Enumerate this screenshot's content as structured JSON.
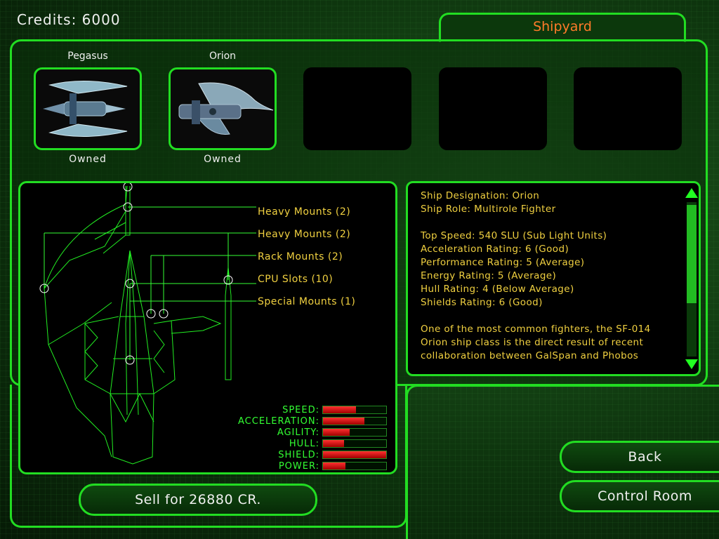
{
  "header": {
    "credits": "Credits: 6000",
    "tab_title": "Shipyard"
  },
  "ships": [
    {
      "name": "Pegasus",
      "status": "Owned"
    },
    {
      "name": "Orion",
      "status": "Owned"
    },
    {
      "name": "",
      "status": ""
    },
    {
      "name": "",
      "status": ""
    },
    {
      "name": "",
      "status": ""
    }
  ],
  "mounts": [
    "Heavy Mounts (2)",
    "Heavy Mounts (2)",
    "Rack Mounts (2)",
    "CPU Slots (10)",
    "Special Mounts (1)"
  ],
  "stats": [
    {
      "label": "SPEED:",
      "value": 0.52
    },
    {
      "label": "ACCELERATION:",
      "value": 0.66
    },
    {
      "label": "AGILITY:",
      "value": 0.42
    },
    {
      "label": "HULL:",
      "value": 0.33
    },
    {
      "label": "SHIELD:",
      "value": 1.0
    },
    {
      "label": "POWER:",
      "value": 0.35
    }
  ],
  "info_lines": [
    "Ship Designation: Orion",
    "Ship Role: Multirole Fighter",
    "",
    "Top Speed: 540 SLU (Sub Light Units)",
    "Acceleration Rating: 6 (Good)",
    "Performance Rating: 5 (Average)",
    "Energy Rating: 5 (Average)",
    "Hull Rating: 4 (Below Average)",
    "Shields Rating: 6 (Good)",
    "",
    "One of the most common fighters, the SF-014",
    "Orion ship class is the direct result of recent",
    "collaboration between GalSpan and Phobos"
  ],
  "buttons": {
    "sell": "Sell for 26880 CR.",
    "back": "Back",
    "control_room": "Control Room"
  },
  "icons": {
    "scroll_up": "arrow-up-icon",
    "scroll_down": "arrow-down-icon"
  },
  "colors": {
    "accent": "#22dd22",
    "tab_text": "#ff7a2a",
    "info_text": "#f0d040",
    "stat_text": "#33ff33",
    "bar_fill": "#ff3030"
  }
}
